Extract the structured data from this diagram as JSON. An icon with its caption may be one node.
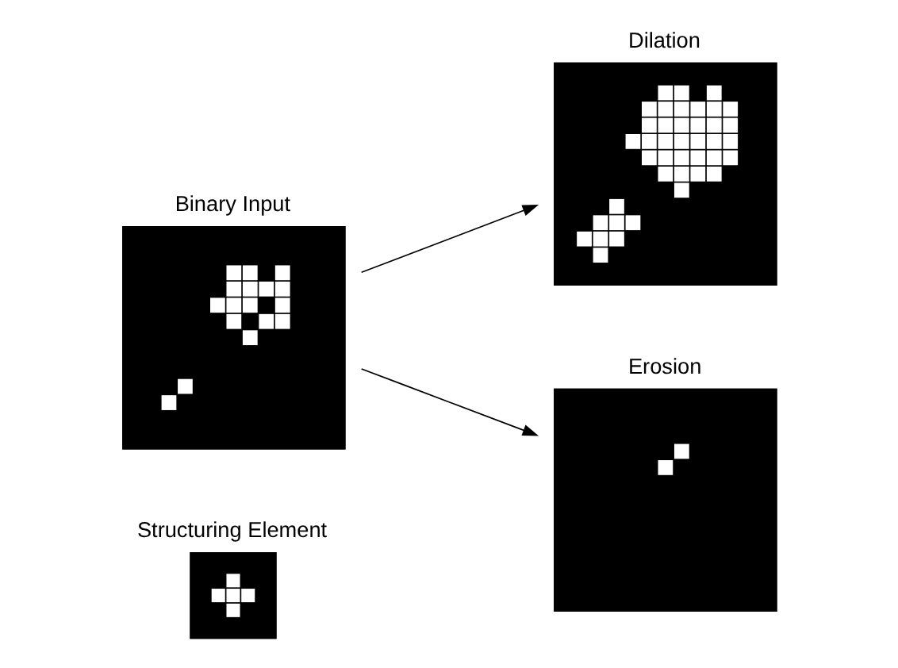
{
  "diagram": {
    "nodes": [
      {
        "text": [
          "Binary Input"
        ]
      },
      {
        "text": [
          "Structuring Element"
        ]
      },
      {
        "text": [
          "Dilation"
        ]
      },
      {
        "text": [
          "Erosion"
        ]
      }
    ],
    "edges": [
      {
        "from": 0,
        "to": 2,
        "arrow": "to"
      },
      {
        "from": 0,
        "to": 3,
        "arrow": "to"
      }
    ]
  }
}
